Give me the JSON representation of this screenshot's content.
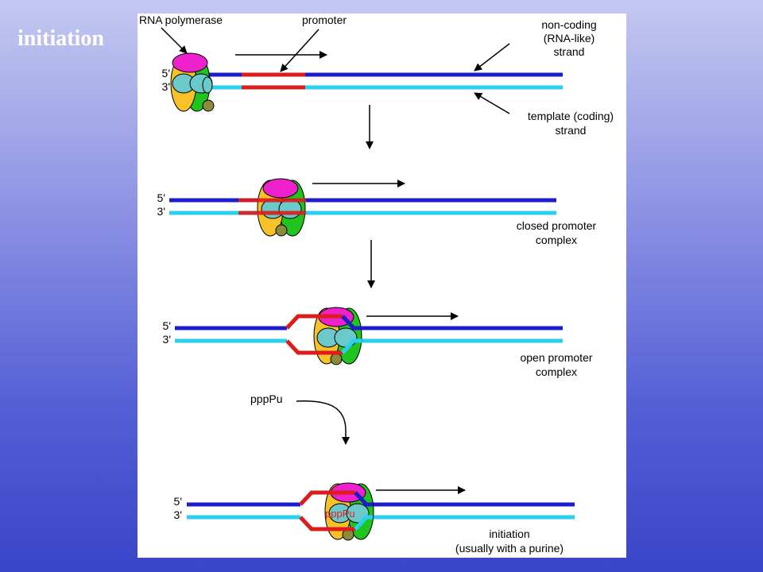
{
  "slide": {
    "title": "initiation"
  },
  "colors": {
    "non_coding_strand": "#1c1ccc",
    "template_strand": "#2ad0f0",
    "promoter": "#dd1c1c",
    "polymerase_orange": "#f7c12a",
    "polymerase_green": "#1fc41f",
    "polymerase_magenta": "#ee22cc",
    "polymerase_teal": "#6cc9c9",
    "polymerase_olive": "#8b8b3a"
  },
  "diagram": {
    "strand_ends": {
      "five": "5'",
      "three": "3'"
    },
    "labels": {
      "rna_polymerase": "RNA polymerase",
      "promoter": "promoter",
      "non_coding": [
        "non-coding",
        "(RNA-like)",
        "strand"
      ],
      "template": [
        "template (coding)",
        "strand"
      ],
      "closed_complex": [
        "closed promoter",
        "complex"
      ],
      "open_complex": [
        "open promoter",
        "complex"
      ],
      "pppPu": "pppPu",
      "pppPu_inside": "pppPu",
      "initiation": [
        "initiation",
        "(usually with a purine)"
      ]
    }
  }
}
